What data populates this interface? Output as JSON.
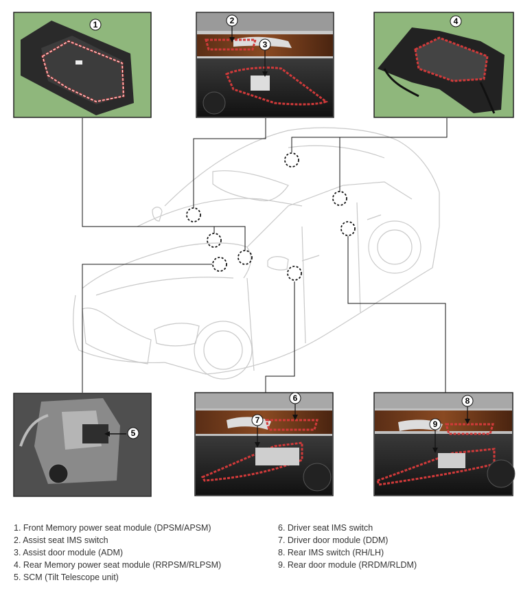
{
  "callouts": [
    "1",
    "2",
    "3",
    "4",
    "5",
    "6",
    "7",
    "8",
    "9"
  ],
  "legend": {
    "left": [
      "1. Front Memory power seat module (DPSM/APSM)",
      "2. Assist seat IMS switch",
      "3. Assist door module (ADM)",
      "4. Rear Memory power seat module (RRPSM/RLPSM)",
      "5. SCM (Tilt Telescope unit)"
    ],
    "right": [
      "6. Driver seat IMS switch",
      "7. Driver door module (DDM)",
      "8. Rear IMS switch (RH/LH)",
      "9. Rear door module (RRDM/RLDM)"
    ]
  },
  "colors": {
    "photo_green": "#8fb77c",
    "highlight_red": "#d23a3a",
    "frame": "#222222",
    "car_line": "#c8c8c8",
    "leader_line": "#111111"
  }
}
